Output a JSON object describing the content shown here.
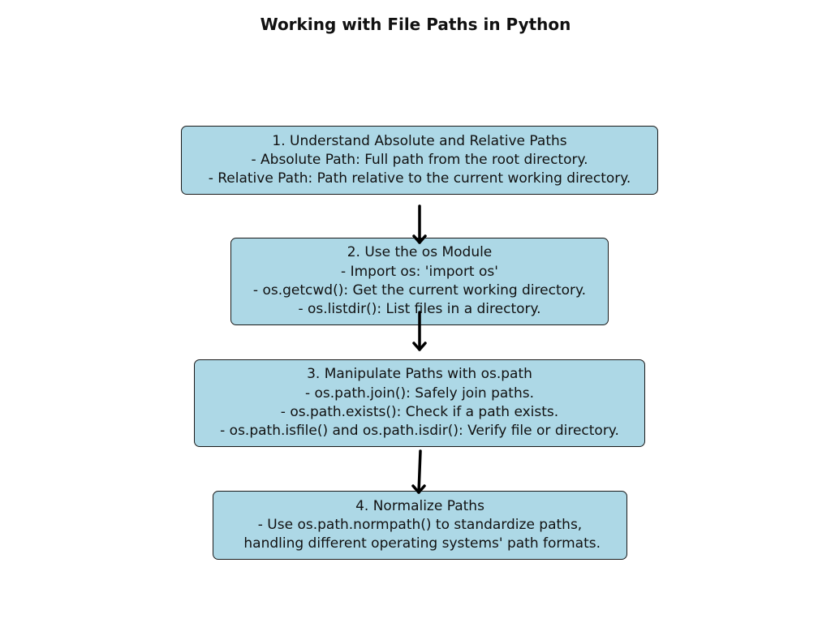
{
  "title": "Working with File Paths in Python",
  "steps": [
    {
      "lines": [
        "1. Understand Absolute and Relative Paths",
        "- Absolute Path: Full path from the root directory.",
        "- Relative Path: Path relative to the current working directory."
      ]
    },
    {
      "lines": [
        "2. Use the os Module",
        "- Import os: 'import os'",
        "- os.getcwd(): Get the current working directory.",
        "- os.listdir(): List files in a directory."
      ]
    },
    {
      "lines": [
        "3. Manipulate Paths with os.path",
        "- os.path.join(): Safely join paths.",
        "- os.path.exists(): Check if a path exists.",
        "- os.path.isfile() and os.path.isdir(): Verify file or directory."
      ]
    },
    {
      "lines": [
        "4. Normalize Paths",
        "- Use os.path.normpath() to standardize paths,",
        " handling different operating systems' path formats."
      ]
    }
  ],
  "colors": {
    "box_fill": "#add8e6",
    "box_border": "#1a1a1a",
    "arrow": "#000000"
  }
}
